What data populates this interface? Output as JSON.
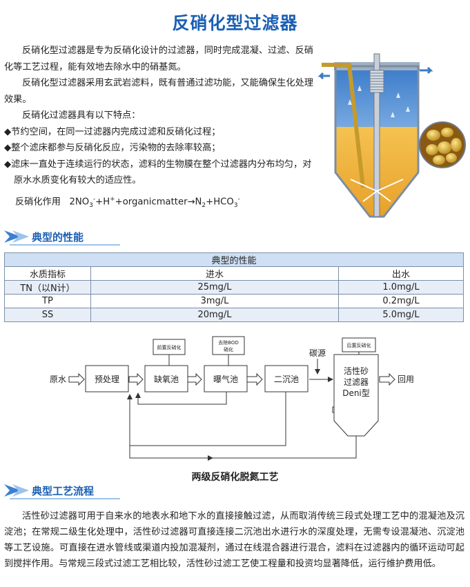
{
  "title": "反硝化型过滤器",
  "intro": {
    "p1": "反硝化型过滤器是专为反硝化设计的过滤器，同时完成混凝、过滤、反硝化等工艺过程，能有效地去除水中的硝基氮。",
    "p2": "反硝化型过滤器采用玄武岩滤料，既有普通过滤功能，又能确保生化处理效果。",
    "p3": "反硝化过滤器具有以下特点：",
    "bullets": [
      "◆节约空间，在同一过滤器内完成过滤和反硝化过程；",
      "◆整个滤床都参与反硝化反应，污染物的去除率较高；",
      "◆滤床一直处于连续运行的状态，滤料的生物膜在整个过滤器内分布均匀，对原水水质变化有较大的适应性。"
    ],
    "formula": {
      "label": "反硝化作用",
      "t1": "2NO",
      "s1": "3",
      "p1": "-",
      "t2": "+H",
      "p2": "+",
      "t3": "+organicmatter→N",
      "s2": "2",
      "t4": "+HCO",
      "s3": "3",
      "p3": "-"
    }
  },
  "section1": {
    "label": "典型的性能"
  },
  "table": {
    "title": "典型的性能",
    "headers": [
      "水质指标",
      "进水",
      "出水"
    ],
    "rows": [
      [
        "TN（以N计）",
        "25mg/L",
        "1.0mg/L"
      ],
      [
        "TP",
        "3mg/L",
        "0.2mg/L"
      ],
      [
        "SS",
        "20mg/L",
        "5.0mg/L"
      ]
    ]
  },
  "diagram": {
    "raw_water": "原水",
    "pretreat": "预处理",
    "anoxic": "缺氧池",
    "aeration": "曝气池",
    "secondary": "二沉池",
    "carbon": "碳源",
    "filter_l1": "活性砂",
    "filter_l2": "过滤器",
    "filter_l3": "Deni型",
    "reuse": "回用",
    "note1": "前置反硝化",
    "note2_l1": "去除BOD",
    "note2_l2": "硝化",
    "note3": "后置反硝化",
    "caption": "两级反硝化脱氮工艺"
  },
  "section2": {
    "label": "典型工艺流程"
  },
  "paragraph": "活性砂过滤器可用于自来水的地表水和地下水的直接接触过滤，从而取消传统三段式处理工艺中的混凝池及沉淀池；在常规二级生化处理中，活性砂过滤器可直接连接二沉池出水进行水的深度处理，无需专设混凝池、沉淀池等工艺设施。可直接在进水管线或渠道内投加混凝剂，通过在线混合器进行混合，滤料在过滤器内的循环运动可起到搅拌作用。与常规三段式过滤工艺相比较，活性砂过滤工艺使工程量和投资均显著降低，运行维护费用低。",
  "colors": {
    "accent": "#1a5fb4",
    "table_header": "#cfe0f4",
    "water": "#4a86d0",
    "sand": "#f2b53c"
  }
}
